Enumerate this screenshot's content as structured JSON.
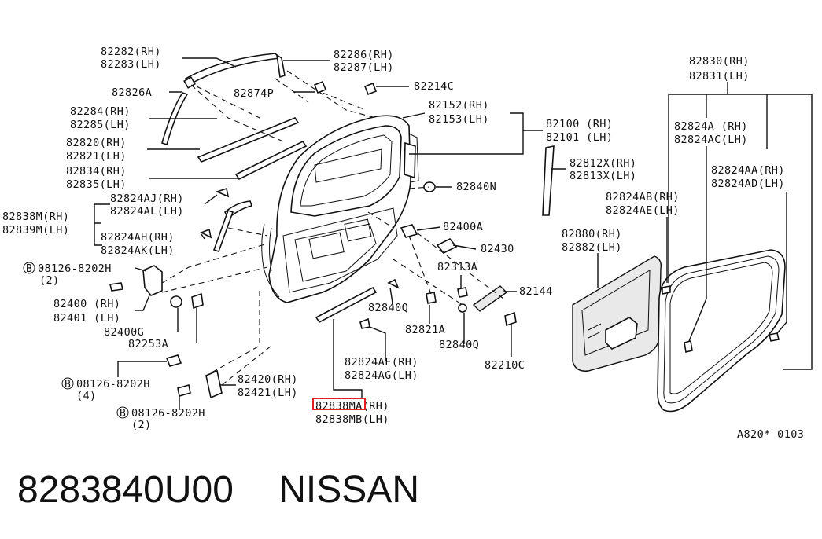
{
  "labels": {
    "p82282": "82282(RH)",
    "p82283": "82283(LH)",
    "p82286": "82286(RH)",
    "p82287": "82287(LH)",
    "p82826A": "82826A",
    "p82214C": "82214C",
    "p82874P": "82874P",
    "p82284": "82284(RH)",
    "p82285": "82285(LH)",
    "p82152": "82152(RH)",
    "p82153": "82153(LH)",
    "p82100": "82100 (RH)",
    "p82101": "82101 (LH)",
    "p82820": "82820(RH)",
    "p82821": "82821(LH)",
    "p82834": "82834(RH)",
    "p82835": "82835(LH)",
    "p82812X": "82812X(RH)",
    "p82813X": "82813X(LH)",
    "p82824AJ": "82824AJ(RH)",
    "p82824AL": "82824AL(LH)",
    "p82840N": "82840N",
    "p82838M": "82838M(RH)",
    "p82839M": "82839M(LH)",
    "p82400A": "82400A",
    "p82824AH": "82824AH(RH)",
    "p82824AK": "82824AK(LH)",
    "p82430": "82430",
    "p08126a": "08126-8202H",
    "p2a": "(2)",
    "p82313A": "82313A",
    "p82400": "82400 (RH)",
    "p82401": "82401 (LH)",
    "p82144": "82144",
    "p82840Q1": "82840Q",
    "p82821A": "82821A",
    "p82400G": "82400G",
    "p82253A": "82253A",
    "p82840Q2": "82840Q",
    "p82210C": "82210C",
    "p82824AF": "82824AF(RH)",
    "p82824AG": "82824AG(LH)",
    "p08126b": "08126-8202H",
    "p4": "(4)",
    "p82420": "82420(RH)",
    "p82421": "82421(LH)",
    "p08126c": "08126-8202H",
    "p2c": "(2)",
    "p82838MA": "82838MA(RH)",
    "p82838MB": "82838MB(LH)",
    "p82830": "82830(RH)",
    "p82831": "82831(LH)",
    "p82824A": "82824A (RH)",
    "p82824AC": "82824AC(LH)",
    "p82824AA": "82824AA(RH)",
    "p82824AD": "82824AD(LH)",
    "p82824AB": "82824AB(RH)",
    "p82824AE": "82824AE(LH)",
    "p82880": "82880(RH)",
    "p82882": "82882(LH)",
    "figref": "A820* 0103",
    "bolt_symbol": "B"
  },
  "footer": {
    "part_number": "8283840U00",
    "brand": "NISSAN"
  },
  "colors": {
    "highlight": "#e02020",
    "line": "#111111"
  }
}
